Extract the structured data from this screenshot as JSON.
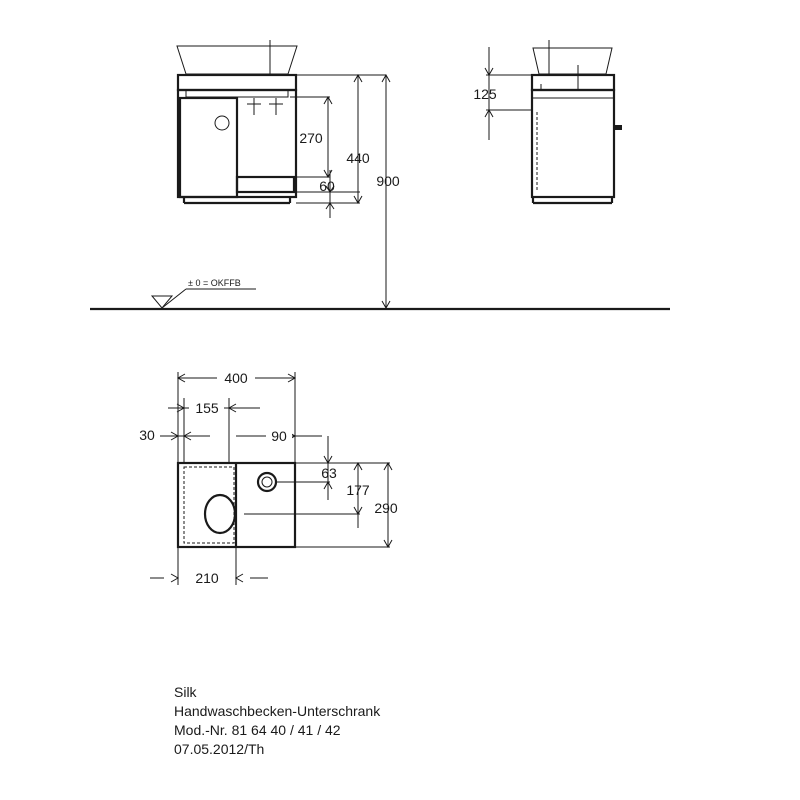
{
  "elevation": {
    "dims": {
      "d125": "125",
      "d270": "270",
      "d440": "440",
      "d60": "60",
      "d900": "900"
    },
    "floor_label": "± 0 = OKFFB"
  },
  "plan": {
    "dims": {
      "d400": "400",
      "d155": "155",
      "d30": "30",
      "d90": "90",
      "d63": "63",
      "d177": "177",
      "d290": "290",
      "d210": "210"
    }
  },
  "caption": {
    "line1": "Silk",
    "line2": "Handwaschbecken-Unterschrank",
    "line3": "Mod.-Nr. 81 64 40 / 41 / 42",
    "line4": "07.05.2012/Th"
  }
}
